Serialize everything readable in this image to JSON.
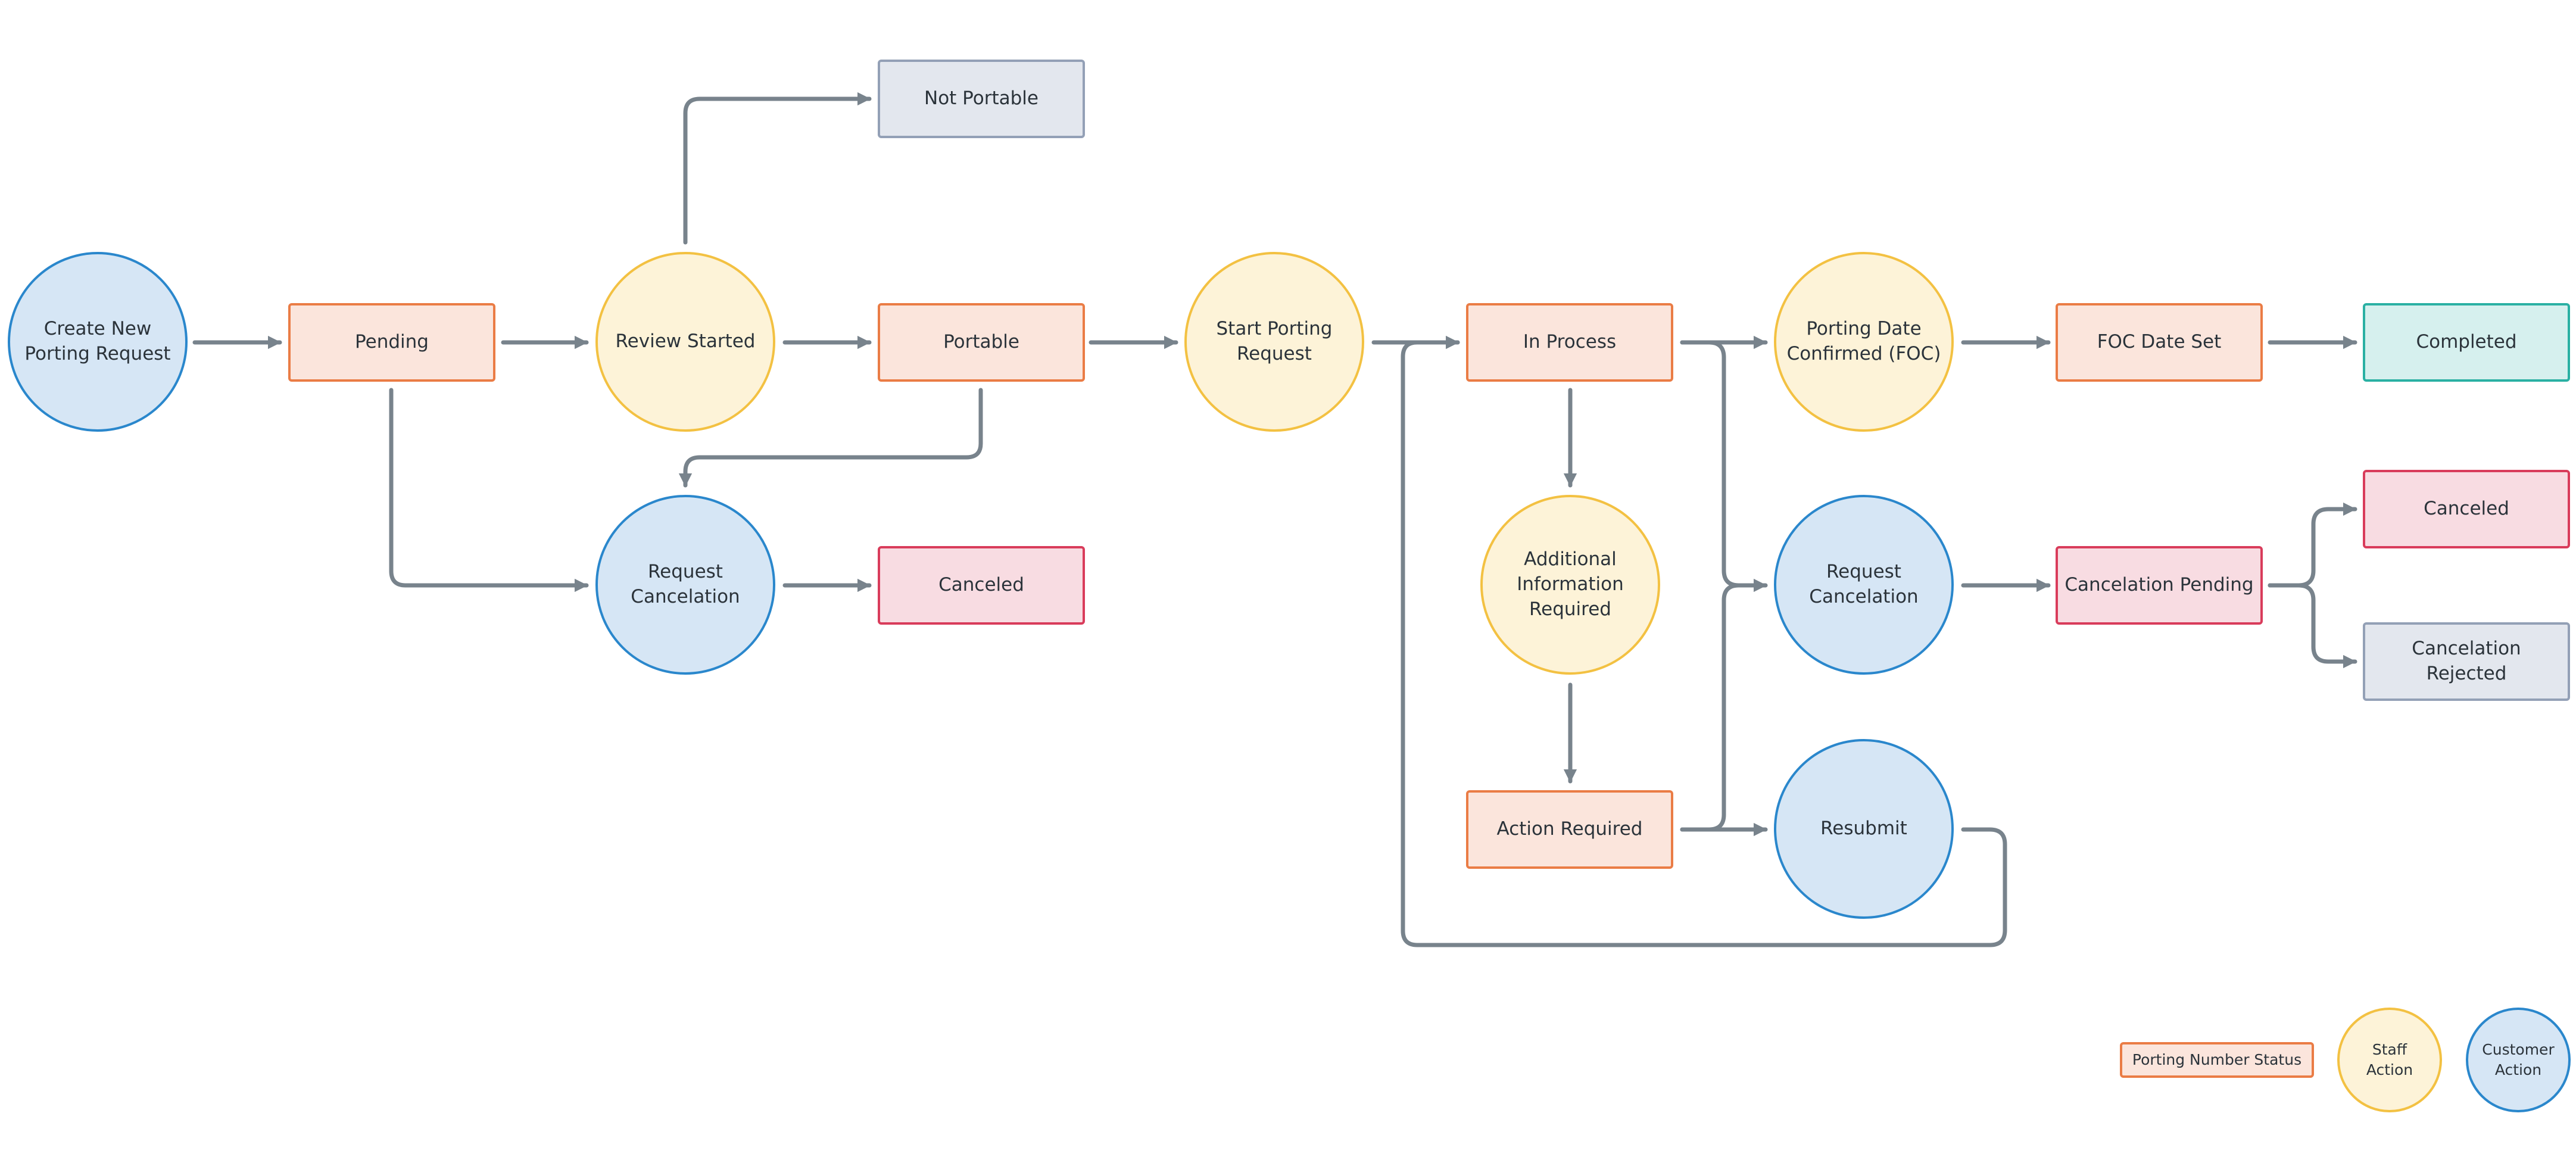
{
  "diagram": {
    "colors": {
      "status_fill": "#fbe5dc",
      "status_border": "#ea7c45",
      "staff_fill": "#fdf3d8",
      "staff_border": "#f3c142",
      "customer_fill": "#d6e6f5",
      "customer_border": "#2a87cc",
      "canceled_fill": "#f8dce2",
      "canceled_border": "#d93c5b",
      "neutral_fill": "#e3e7ee",
      "neutral_border": "#93a0b6",
      "completed_fill": "#d6f0ee",
      "completed_border": "#2ab0a3",
      "edge": "#78838c"
    },
    "nodes": {
      "create_new_porting_request": "Create New\nPorting Request",
      "pending": "Pending",
      "review_started": "Review Started",
      "not_portable": "Not Portable",
      "portable": "Portable",
      "request_cancelation_left": "Request\nCancelation",
      "canceled_left": "Canceled",
      "start_porting_request": "Start Porting\nRequest",
      "in_process": "In Process",
      "additional_information_required": "Additional\nInformation\nRequired",
      "action_required": "Action Required",
      "porting_date_confirmed": "Porting Date\nConfirmed (FOC)",
      "request_cancelation_right": "Request\nCancelation",
      "resubmit": "Resubmit",
      "foc_date_set": "FOC Date Set",
      "cancelation_pending": "Cancelation Pending",
      "completed": "Completed",
      "canceled_right": "Canceled",
      "cancelation_rejected": "Cancelation\nRejected"
    },
    "legend": {
      "porting_number_status": "Porting Number Status",
      "staff_action": "Staff\nAction",
      "customer_action": "Customer\nAction"
    }
  }
}
